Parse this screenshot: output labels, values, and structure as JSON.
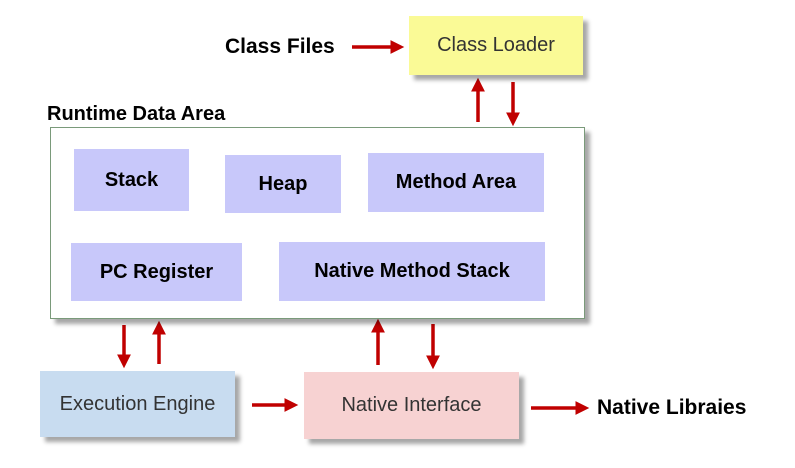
{
  "labels": {
    "class_files": "Class Files",
    "class_loader": "Class Loader",
    "runtime_data_area": "Runtime Data Area",
    "stack": "Stack",
    "heap": "Heap",
    "method_area": "Method Area",
    "pc_register": "PC Register",
    "native_method_stack": "Native Method Stack",
    "execution_engine": "Execution Engine",
    "native_interface": "Native Interface",
    "native_libraries": "Native Libraies"
  },
  "colors": {
    "arrow": "#c00000",
    "class_loader_fill": "#fafa96",
    "inner_box_fill": "#c8c8fa",
    "execution_engine_fill": "#c8dcf0",
    "native_interface_fill": "#f7d2d2"
  }
}
